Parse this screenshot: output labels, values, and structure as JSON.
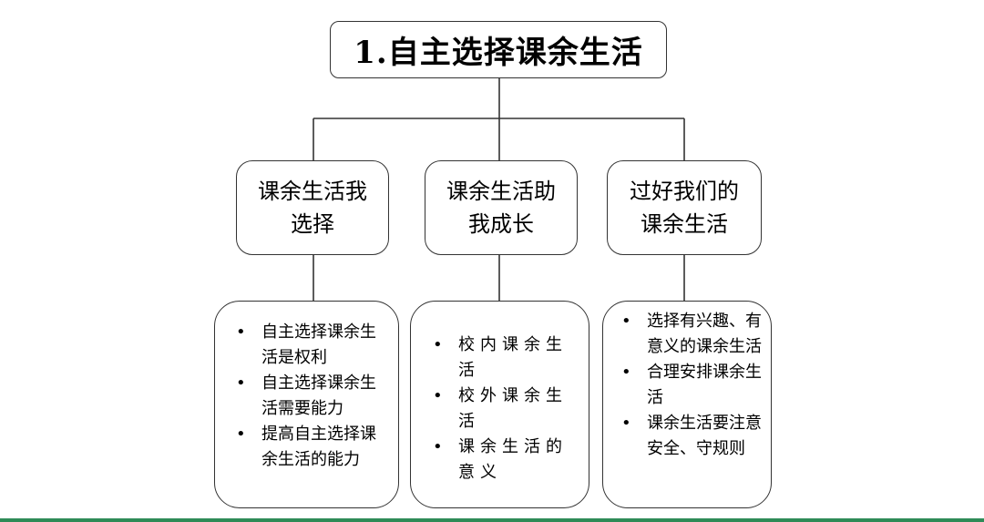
{
  "title": "1.自主选择课余生活",
  "branches": [
    {
      "heading": "课余生活我选择",
      "items": [
        "自主选择课余生活是权利",
        "自主选择课余生活需要能力",
        "提高自主选择课余生活的能力"
      ]
    },
    {
      "heading": "课余生活助我成长",
      "items": [
        "校内课余生活",
        "校外课余生活",
        "课余生活的意义"
      ]
    },
    {
      "heading": "过好我们的课余生活",
      "items": [
        "选择有兴趣、有意义的课余生活",
        "合理安排课余生活",
        "课余生活要注意安全、守规则"
      ]
    }
  ],
  "bullet_symbol": "•",
  "colors": {
    "line": "#333333",
    "footer": "#2e8b57"
  }
}
